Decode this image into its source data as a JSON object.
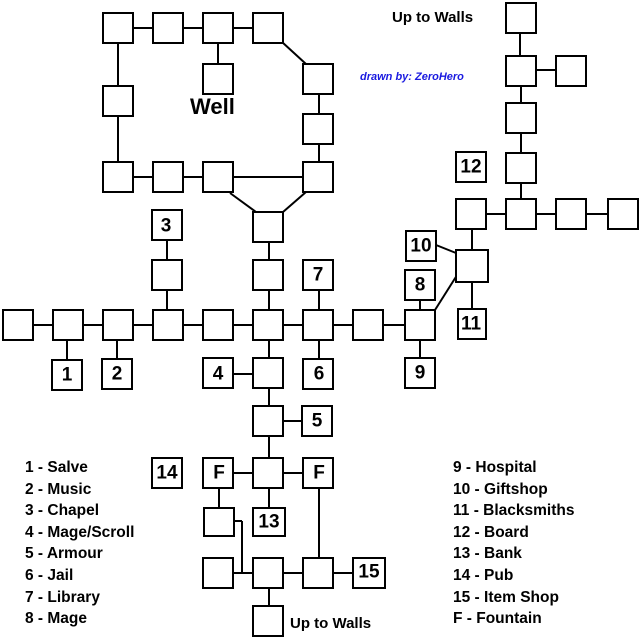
{
  "map": {
    "well_label": "Well",
    "credit": "drawn by: ZeroHero",
    "up_to_walls_top": "Up to Walls",
    "up_to_walls_bottom": "Up to Walls",
    "room_labels": {
      "r1": "1",
      "r2": "2",
      "r3": "3",
      "r4": "4",
      "r5": "5",
      "r6": "6",
      "r7": "7",
      "r8": "8",
      "r9": "9",
      "r10": "10",
      "r11": "11",
      "r12": "12",
      "r13": "13",
      "r14": "14",
      "r15": "15",
      "fountain_west": "F",
      "fountain_east": "F"
    }
  },
  "legend": {
    "left": [
      "1 - Salve",
      "2 - Music",
      "3 - Chapel",
      "4 - Mage/Scroll",
      "5 - Armour",
      "6 - Jail",
      "7 - Library",
      "8 - Mage"
    ],
    "right": [
      "9 - Hospital",
      "10 - Giftshop",
      "11 - Blacksmiths",
      "12 - Board",
      "13 - Bank",
      "14 - Pub",
      "15 - Item Shop",
      "F - Fountain"
    ]
  }
}
